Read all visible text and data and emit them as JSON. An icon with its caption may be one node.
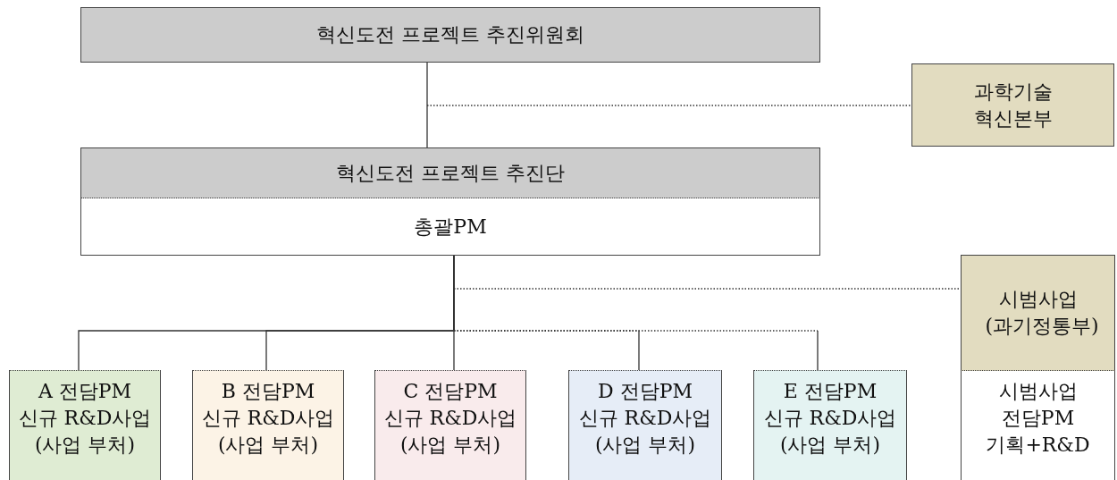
{
  "diagram": {
    "nodes": [
      {
        "text": [
          "혁신도전 프로젝트 추진위원회"
        ]
      },
      {
        "text": [
          "과학기술 혁신본부"
        ]
      },
      {
        "text": [
          "혁신도전 프로젝트 추진단",
          "총괄PM"
        ]
      },
      {
        "text": [
          "시범사업 (과기정통부)",
          "시범사업 전담PM 기획+R&D"
        ]
      },
      {
        "text": [
          "A 전담PM",
          "신규 R&D사업 (사업 부처)"
        ]
      },
      {
        "text": [
          "B 전담PM",
          "신규 R&D사업 (사업 부처)"
        ]
      },
      {
        "text": [
          "C 전담PM",
          "신규 R&D사업 (사업 부처)"
        ]
      },
      {
        "text": [
          "D 전담PM",
          "신규 R&D사업 (사업 부처)"
        ]
      },
      {
        "text": [
          "E 전담PM",
          "신규 R&D사업 (사업 부처)"
        ]
      }
    ],
    "edges": [
      {
        "from": 0,
        "to": 2,
        "arrow": "none"
      },
      {
        "from": null,
        "to": 1,
        "arrow": "none",
        "style": "dashed"
      },
      {
        "from": 2,
        "to": 4,
        "arrow": "none"
      },
      {
        "from": 2,
        "to": 5,
        "arrow": "none"
      },
      {
        "from": 2,
        "to": 6,
        "arrow": "none"
      },
      {
        "from": 2,
        "to": 7,
        "arrow": "none",
        "style": "dashed"
      },
      {
        "from": 2,
        "to": 8,
        "arrow": "none",
        "style": "dashed"
      },
      {
        "from": null,
        "to": 3,
        "arrow": "none",
        "style": "dashed"
      }
    ]
  }
}
